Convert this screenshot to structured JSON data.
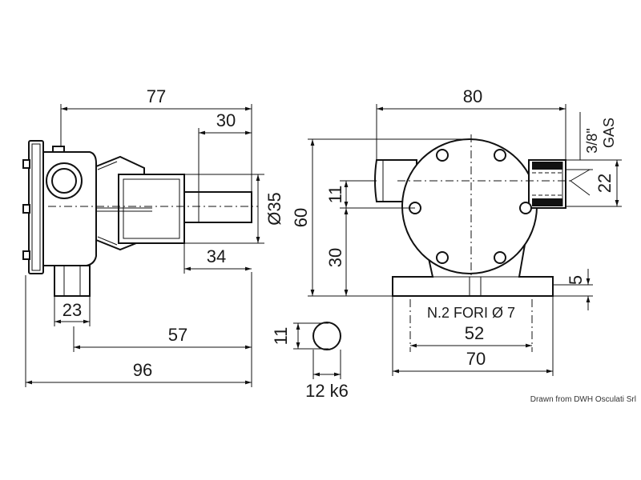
{
  "dimensions": {
    "d77": "77",
    "d30_top": "30",
    "d35": "Ø35",
    "d34": "34",
    "d23": "23",
    "d57": "57",
    "d96": "96",
    "d80": "80",
    "d38": "3/8\"",
    "gas": "GAS",
    "d22": "22",
    "d11_side": "11",
    "d60": "60",
    "d30_side": "30",
    "d5": "5",
    "holes": "N.2 FORI Ø 7",
    "d52": "52",
    "d70": "70",
    "d11_key": "11",
    "d12k6": "12 k6"
  },
  "credit": "Drawn from DWH Osculati Srl"
}
